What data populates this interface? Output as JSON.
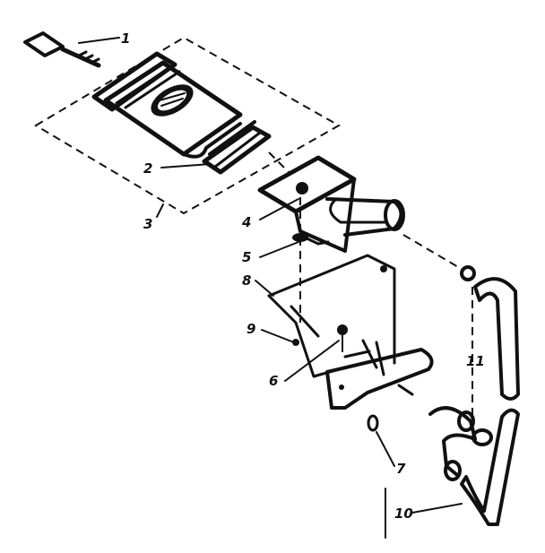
{
  "callouts": [
    {
      "id": "1",
      "text": "1"
    },
    {
      "id": "2",
      "text": "2"
    },
    {
      "id": "3",
      "text": "3"
    },
    {
      "id": "4",
      "text": "4"
    },
    {
      "id": "5",
      "text": "5"
    },
    {
      "id": "6",
      "text": "6"
    },
    {
      "id": "7",
      "text": "7"
    },
    {
      "id": "8",
      "text": "8"
    },
    {
      "id": "9",
      "text": "9"
    },
    {
      "id": "10",
      "text": "10"
    },
    {
      "id": "11",
      "text": "11"
    }
  ],
  "colors": {
    "ink": "#111111",
    "paper": "#ffffff"
  }
}
